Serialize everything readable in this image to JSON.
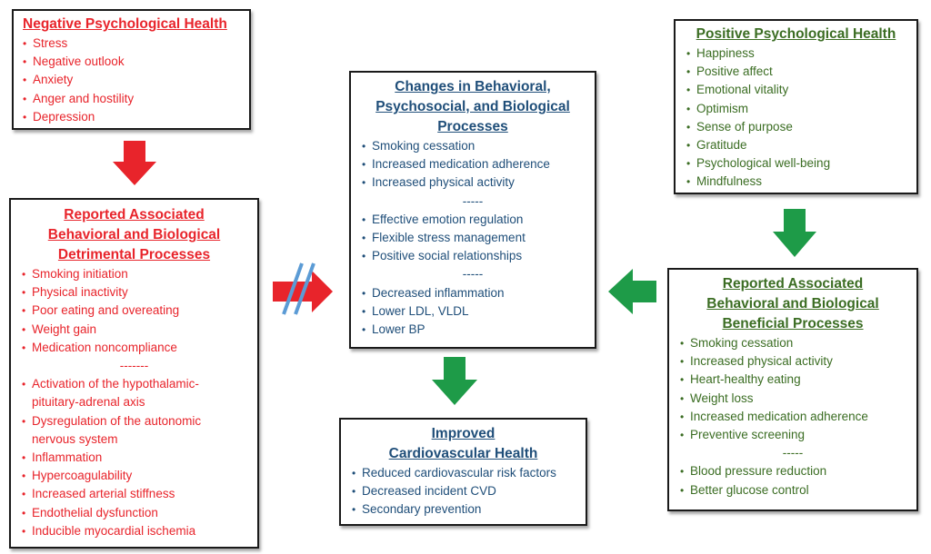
{
  "negative": {
    "title": "Negative Psychological Health",
    "items": [
      "Stress",
      "Negative outlook",
      "Anxiety",
      "Anger and hostility",
      "Depression"
    ]
  },
  "detrimental": {
    "title_lines": [
      "Reported Associated",
      "Behavioral and Biological",
      "Detrimental Processes"
    ],
    "items_a": [
      "Smoking initiation",
      "Physical inactivity",
      "Poor eating and overeating",
      "Weight gain",
      "Medication noncompliance"
    ],
    "separator": "-------",
    "item_hpa": [
      "Activation of the hypothalamic-",
      "pituitary-adrenal axis"
    ],
    "item_ans": [
      "Dysregulation of the autonomic",
      "nervous system"
    ],
    "items_b": [
      "Inflammation",
      "Hypercoagulability",
      "Increased arterial stiffness",
      "Endothelial dysfunction",
      "Inducible myocardial ischemia"
    ]
  },
  "changes": {
    "title_lines": [
      "Changes in Behavioral,",
      "Psychosocial, and Biological",
      "Processes"
    ],
    "group1": [
      "Smoking cessation",
      "Increased medication adherence",
      "Increased physical activity"
    ],
    "separator1": "-----",
    "group2": [
      "Effective emotion regulation",
      "Flexible stress management",
      "Positive social relationships"
    ],
    "separator2": "-----",
    "group3": [
      "Decreased inflammation",
      "Lower LDL, VLDL",
      "Lower BP"
    ]
  },
  "improved": {
    "title_lines": [
      "Improved",
      "Cardiovascular Health"
    ],
    "items": [
      "Reduced cardiovascular risk factors",
      "Decreased incident CVD",
      "Secondary prevention"
    ]
  },
  "positive": {
    "title": "Positive Psychological Health",
    "items": [
      "Happiness",
      "Positive affect",
      "Emotional vitality",
      "Optimism",
      "Sense of purpose",
      "Gratitude",
      "Psychological well-being",
      "Mindfulness"
    ]
  },
  "beneficial": {
    "title_lines": [
      "Reported Associated",
      "Behavioral and Biological",
      "Beneficial Processes"
    ],
    "items_a": [
      "Smoking cessation",
      "Increased physical activity",
      "Heart-healthy eating",
      "Weight loss",
      "Increased medication adherence",
      "Preventive screening"
    ],
    "separator": "-----",
    "items_b": [
      "Blood pressure reduction",
      "Better glucose control"
    ]
  },
  "colors": {
    "negative": "#e8242b",
    "neutral": "#1f4e79",
    "positive": "#3b6d23",
    "green_arrow": "#1e9b48",
    "red_arrow": "#e8242b",
    "block_marks": "#5b9bd5"
  }
}
